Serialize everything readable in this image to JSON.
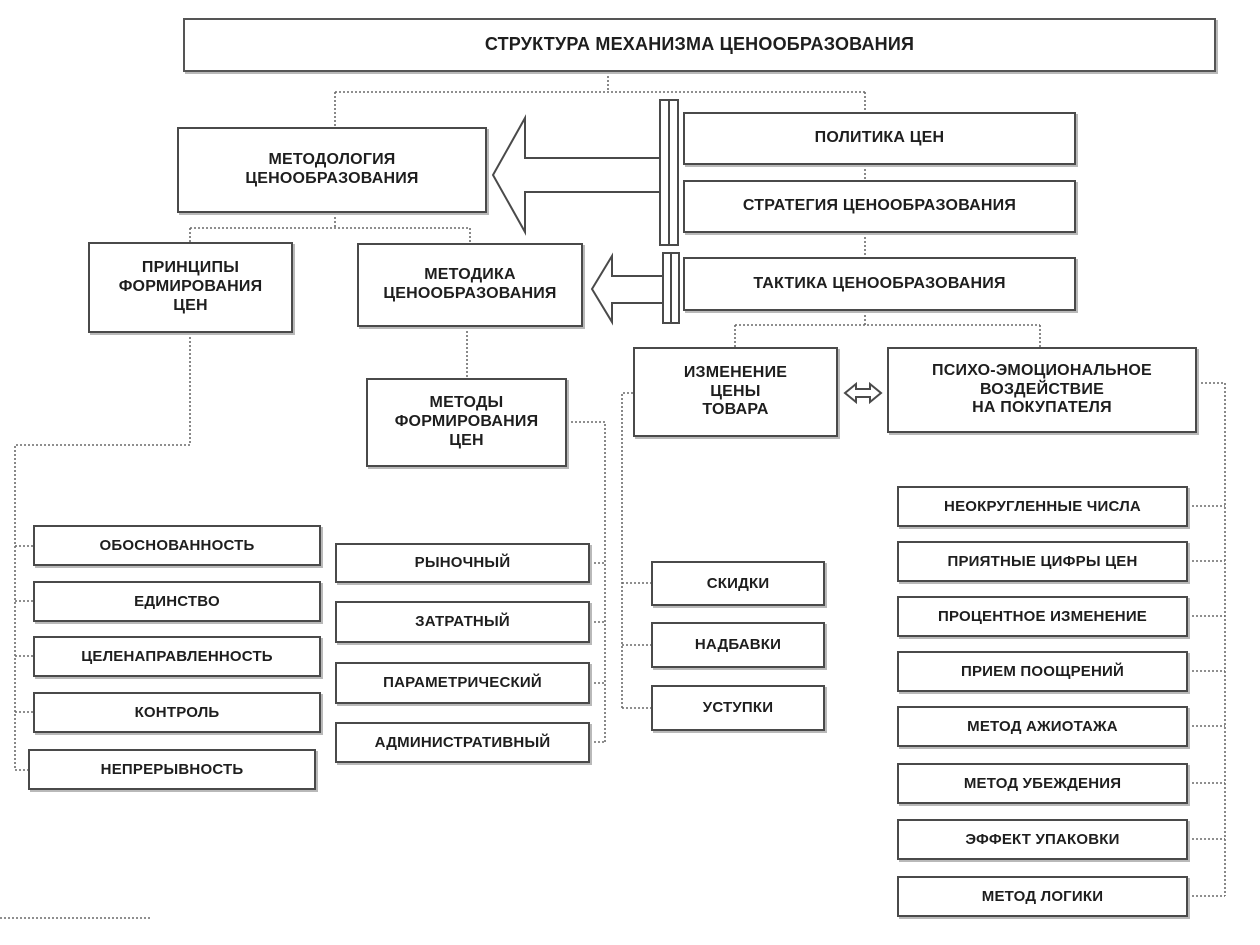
{
  "diagram": {
    "title": "СТРУКТУРА МЕХАНИЗМА ЦЕНООБРАЗОВАНИЯ",
    "methodology": "МЕТОДОЛОГИЯ\nЦЕНООБРАЗОВАНИЯ",
    "policy": "ПОЛИТИКА ЦЕН",
    "strategy": "СТРАТЕГИЯ ЦЕНООБРАЗОВАНИЯ",
    "tactics": "ТАКТИКА  ЦЕНООБРАЗОВАНИЯ",
    "principles": "ПРИНЦИПЫ\nФОРМИРОВАНИЯ\nЦЕН",
    "technique": "МЕТОДИКА\nЦЕНООБРАЗОВАНИЯ",
    "methods": "МЕТОДЫ\nФОРМИРОВАНИЯ\nЦЕН",
    "price_change": "ИЗМЕНЕНИЕ\nЦЕНЫ\nТОВАРА",
    "psycho": "ПСИХО-ЭМОЦИОНАЛЬНОЕ\nВОЗДЕЙСТВИЕ\nНА ПОКУПАТЕЛЯ",
    "principles_items": [
      "ОБОСНОВАННОСТЬ",
      "ЕДИНСТВО",
      "ЦЕЛЕНАПРАВЛЕННОСТЬ",
      "КОНТРОЛЬ",
      "НЕПРЕРЫВНОСТЬ"
    ],
    "methods_items": [
      "РЫНОЧНЫЙ",
      "ЗАТРАТНЫЙ",
      "ПАРАМЕТРИЧЕСКИЙ",
      "АДМИНИСТРАТИВНЫЙ"
    ],
    "change_items": [
      "СКИДКИ",
      "НАДБАВКИ",
      "УСТУПКИ"
    ],
    "psycho_items": [
      "НЕОКРУГЛЕННЫЕ ЧИСЛА",
      "ПРИЯТНЫЕ ЦИФРЫ ЦЕН",
      "ПРОЦЕНТНОЕ ИЗМЕНЕНИЕ",
      "ПРИЕМ ПООЩРЕНИЙ",
      "МЕТОД АЖИОТАЖА",
      "МЕТОД УБЕЖДЕНИЯ",
      "ЭФФЕКТ УПАКОВКИ",
      "МЕТОД ЛОГИКИ"
    ]
  }
}
